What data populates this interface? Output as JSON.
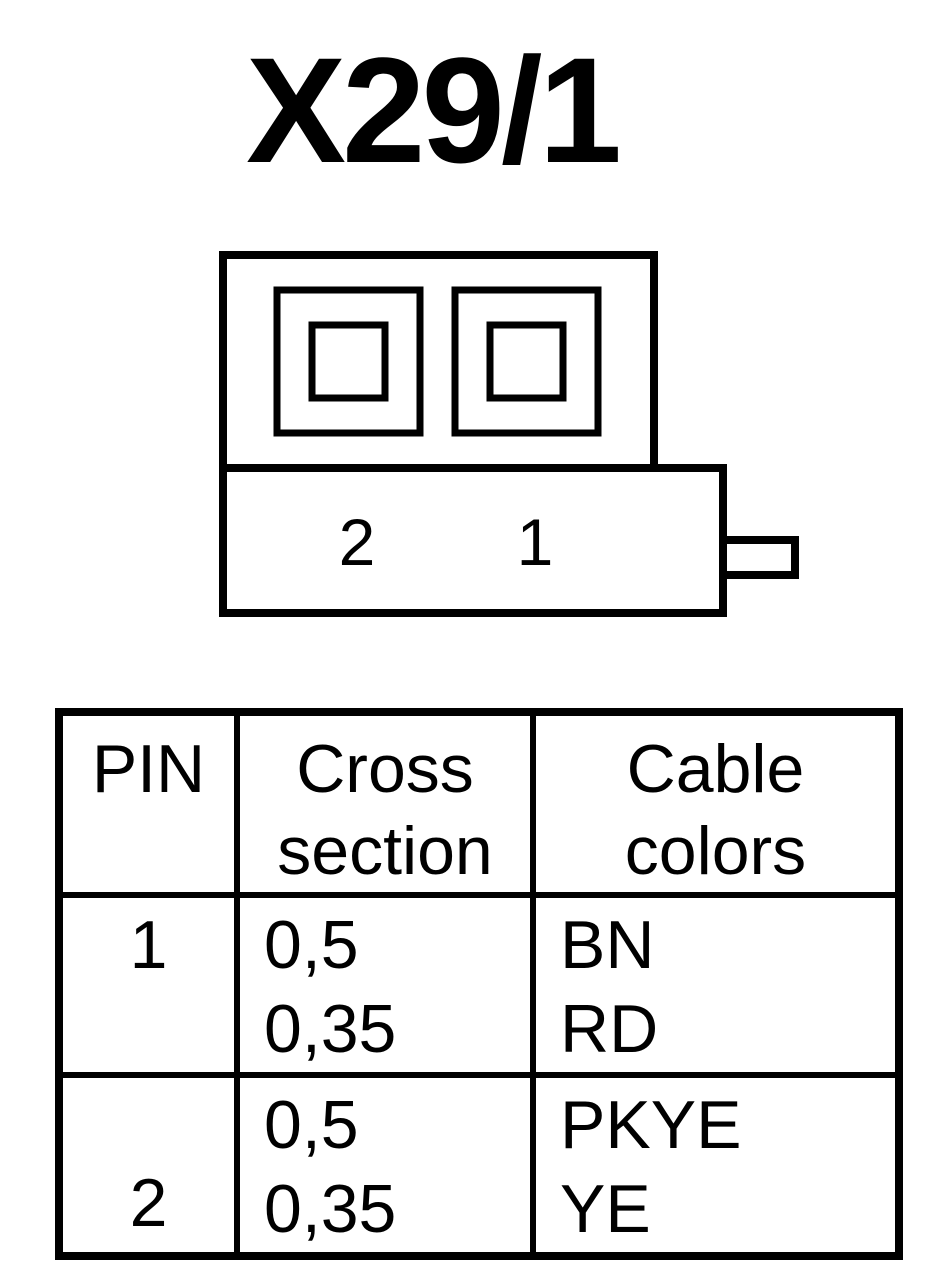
{
  "title": "X29/1",
  "connector": {
    "pin_labels": [
      "2",
      "1"
    ]
  },
  "table": {
    "headers": {
      "pin": "PIN",
      "cross_section": [
        "Cross",
        "section"
      ],
      "cable_colors": [
        "Cable",
        "colors"
      ]
    },
    "rows": [
      {
        "pin": "1",
        "cross_sections": [
          "0,5",
          "0,35"
        ],
        "cable_colors": [
          "BN",
          "RD"
        ]
      },
      {
        "pin": "2",
        "cross_sections": [
          "0,5",
          "0,35"
        ],
        "cable_colors": [
          "PKYE",
          "YE"
        ]
      }
    ]
  }
}
